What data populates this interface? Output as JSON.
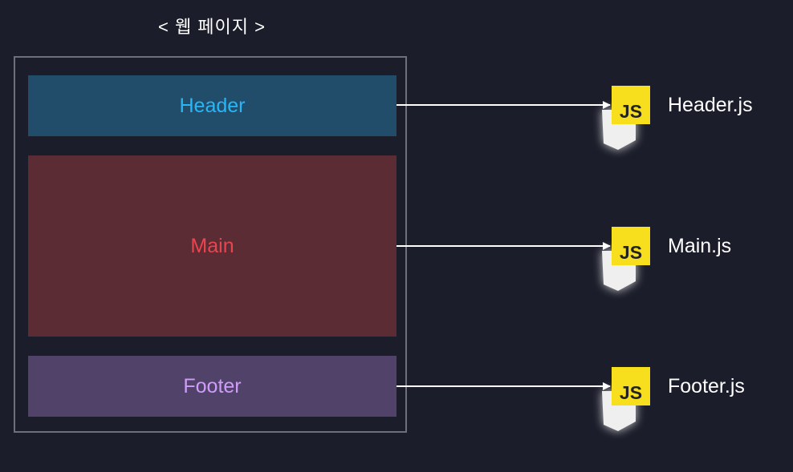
{
  "title": "< 웹 페이지 >",
  "sections": [
    {
      "label": "Header",
      "color": "#29b6f6"
    },
    {
      "label": "Main",
      "color": "#e8454f"
    },
    {
      "label": "Footer",
      "color": "#cf9cf9"
    }
  ],
  "files": [
    {
      "label": "Header.js",
      "icon": "javascript-icon",
      "icon_text": "JS"
    },
    {
      "label": "Main.js",
      "icon": "javascript-icon",
      "icon_text": "JS"
    },
    {
      "label": "Footer.js",
      "icon": "javascript-icon",
      "icon_text": "JS"
    }
  ],
  "colors": {
    "background": "#1b1d2a",
    "arrow": "#ffffff",
    "js_yellow": "#f7df1e"
  }
}
